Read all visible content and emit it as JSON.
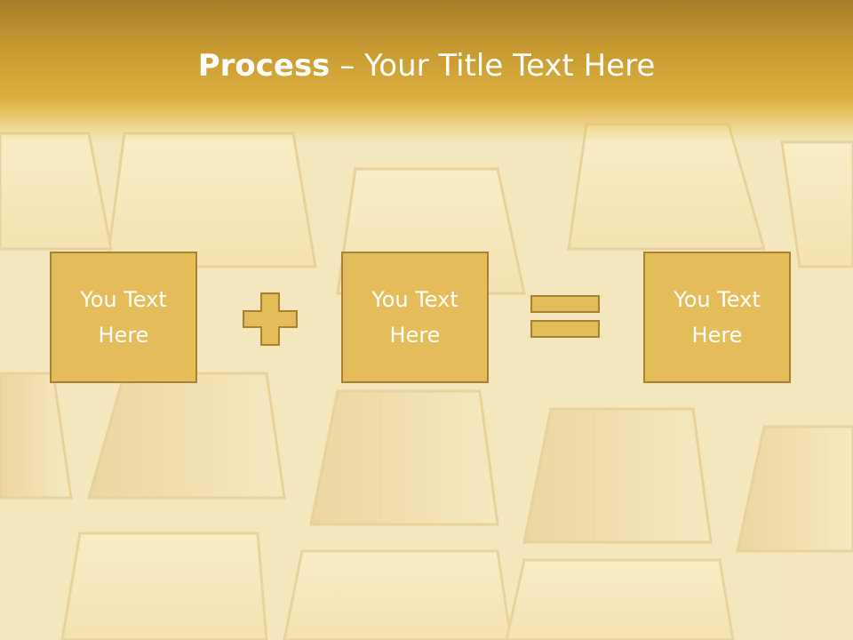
{
  "title": {
    "bold_text": "Process",
    "rest_text": " – Your Title Text Here"
  },
  "boxes": [
    {
      "text": "You Text\nHere"
    },
    {
      "text": "You Text\nHere"
    },
    {
      "text": "You Text\nHere"
    }
  ],
  "operators": [
    "plus",
    "equals"
  ],
  "colors": {
    "title_band": "#c79a30",
    "box_fill": "#e4bc59",
    "box_border": "#a88232",
    "text": "#ffffff"
  },
  "background": "gold-bars-photo"
}
